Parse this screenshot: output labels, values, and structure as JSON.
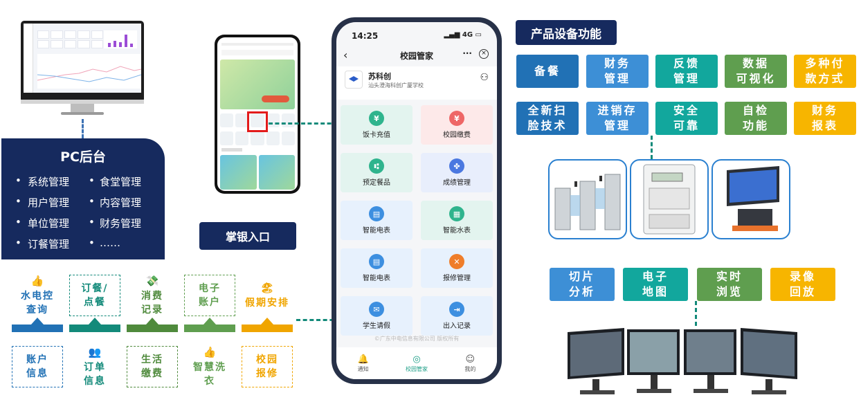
{
  "colors": {
    "navy": "#162a5e",
    "blue": "#2171b5",
    "sky": "#3d8fd6",
    "teal": "#12a79d",
    "green": "#5f9e4f",
    "yellow": "#f7b500",
    "dark_teal": "#138a7a"
  },
  "pc": {
    "title": "PC后台",
    "items": [
      "系统管理",
      "食堂管理",
      "用户管理",
      "内容管理",
      "单位管理",
      "财务管理",
      "订餐管理",
      "……"
    ]
  },
  "modules_top": [
    {
      "label": "水电控\n查询",
      "icon": "thumbs-up-icon",
      "glyph": "👍",
      "color": "#2171b5",
      "dashed": false
    },
    {
      "label": "订餐/\n点餐",
      "icon": "",
      "glyph": "",
      "color": "#138a7a",
      "dashed": true
    },
    {
      "label": "消费\n记录",
      "icon": "money-hand-icon",
      "glyph": "💸",
      "color": "#4f8a3c",
      "dashed": false
    },
    {
      "label": "电子\n账户",
      "icon": "",
      "glyph": "",
      "color": "#5f9e4f",
      "dashed": true
    },
    {
      "label": "假期安排",
      "icon": "vacation-icon",
      "glyph": "🏖",
      "color": "#f0a500",
      "dashed": false
    }
  ],
  "modules_bottom": [
    {
      "label": "账户\n信息",
      "icon": "",
      "glyph": "",
      "color": "#2171b5",
      "dashed": true
    },
    {
      "label": "订单\n信息",
      "icon": "people-icon",
      "glyph": "👥",
      "color": "#138a7a",
      "dashed": false
    },
    {
      "label": "生活\n缴费",
      "icon": "",
      "glyph": "",
      "color": "#4f8a3c",
      "dashed": true
    },
    {
      "label": "智慧洗\n衣",
      "icon": "thumbs-up-icon",
      "glyph": "👍",
      "color": "#5f9e4f",
      "dashed": false
    },
    {
      "label": "校园\n报修",
      "icon": "",
      "glyph": "",
      "color": "#f0a500",
      "dashed": true
    }
  ],
  "zhangyin": "掌银入口",
  "app": {
    "time": "14:25",
    "status": "▂▄▆ 4G ▭",
    "title": "校园管家",
    "more": "···",
    "org_name": "苏科创",
    "school": "汕头澄海科创广厦学校",
    "tiles": [
      {
        "label": "饭卡充值",
        "glyph": "¥",
        "icon": "yuan-icon",
        "bg": "#e3f4ef",
        "ic": "#2fb48d"
      },
      {
        "label": "校园缴费",
        "glyph": "¥",
        "icon": "wallet-icon",
        "bg": "#fde9e9",
        "ic": "#ee6666"
      },
      {
        "label": "预定餐品",
        "glyph": "⑆",
        "icon": "fork-knife-icon",
        "bg": "#e3f4ef",
        "ic": "#2fb48d"
      },
      {
        "label": "成绩管理",
        "glyph": "✤",
        "icon": "pinwheel-icon",
        "bg": "#e8eefc",
        "ic": "#4b78e0"
      },
      {
        "label": "智能电表",
        "glyph": "▤",
        "icon": "meter-icon",
        "bg": "#e7f1fd",
        "ic": "#3d8fe0"
      },
      {
        "label": "智能水表",
        "glyph": "▦",
        "icon": "water-meter-icon",
        "bg": "#e3f4ef",
        "ic": "#2fb48d"
      },
      {
        "label": "智能电表",
        "glyph": "▤",
        "icon": "meter-icon",
        "bg": "#e7f1fd",
        "ic": "#3d8fe0"
      },
      {
        "label": "报修管理",
        "glyph": "✕",
        "icon": "tools-icon",
        "bg": "#e7f1fd",
        "ic": "#ef7d2a"
      },
      {
        "label": "学生请假",
        "glyph": "✉",
        "icon": "leave-icon",
        "bg": "#e7f1fd",
        "ic": "#3d8fe0"
      },
      {
        "label": "出入记录",
        "glyph": "⇥",
        "icon": "door-icon",
        "bg": "#e7f1fd",
        "ic": "#3d8fe0"
      }
    ],
    "copyright": "©广东中电信息有限公司 版权所有",
    "tabs": [
      {
        "label": "通知",
        "glyph": "🔔",
        "icon": "bell-icon"
      },
      {
        "label": "校园管家",
        "glyph": "◎",
        "icon": "butler-icon"
      },
      {
        "label": "我的",
        "glyph": "☺",
        "icon": "profile-icon"
      }
    ]
  },
  "products": {
    "title": "产品设备功能",
    "row1": [
      {
        "label": "备餐",
        "color": "#2171b5"
      },
      {
        "label": "财务\n管理",
        "color": "#3d8fd6"
      },
      {
        "label": "反馈\n管理",
        "color": "#12a79d"
      },
      {
        "label": "数据\n可视化",
        "color": "#5f9e4f"
      },
      {
        "label": "多种付\n款方式",
        "color": "#f7b500"
      }
    ],
    "row2": [
      {
        "label": "全新扫\n脸技术",
        "color": "#2171b5"
      },
      {
        "label": "进销存\n管理",
        "color": "#3d8fd6"
      },
      {
        "label": "安全\n可靠",
        "color": "#12a79d"
      },
      {
        "label": "自检\n功能",
        "color": "#5f9e4f"
      },
      {
        "label": "财务\n报表",
        "color": "#f7b500"
      }
    ]
  },
  "video": [
    {
      "label": "切片\n分析",
      "color": "#3d8fd6"
    },
    {
      "label": "电子\n地图",
      "color": "#12a79d"
    },
    {
      "label": "实时\n浏览",
      "color": "#5f9e4f"
    },
    {
      "label": "录像\n回放",
      "color": "#f7b500"
    }
  ]
}
